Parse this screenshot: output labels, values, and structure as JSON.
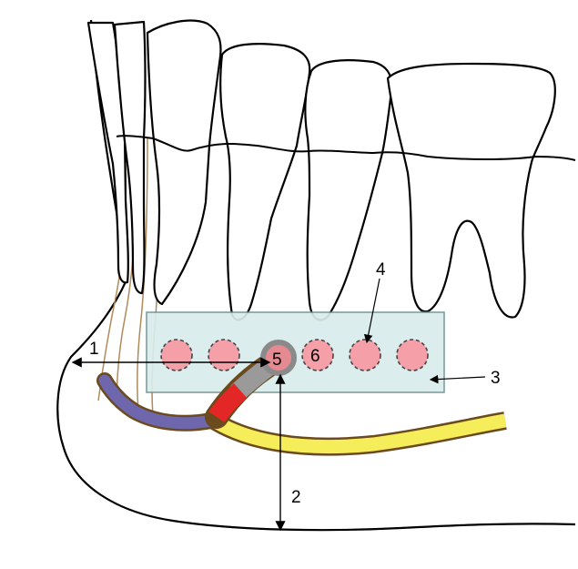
{
  "diagram": {
    "labels": {
      "l1": "1",
      "l2": "2",
      "l3": "3",
      "l4": "4",
      "l5": "5",
      "l6": "6"
    },
    "colors": {
      "implant_zone_fill": "#d9ecec",
      "implant_zone_stroke": "#6e8f8f",
      "site_fill": "#f5a0a8",
      "site_stroke": "#444444",
      "foramen_fill": "#e58a90",
      "foramen_ring": "#8a8a8a",
      "nerve_yellow": "#f5ee5a",
      "nerve_blue": "#6e67ad",
      "nerve_red": "#e32626",
      "nerve_gray": "#9a9a9a",
      "nerve_outline": "#6b4a1d",
      "incisor_root_stroke": "#b08a5a"
    }
  }
}
